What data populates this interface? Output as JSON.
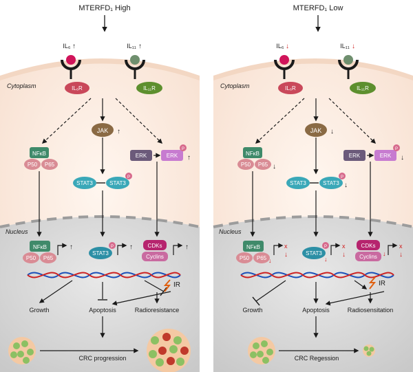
{
  "left": {
    "condition": "MTERFD₁ High",
    "il6": "IL₆",
    "il11": "IL₁₁",
    "cytoplasm": "Cytoplasm",
    "il6r": "IL₆R",
    "il11r": "IL₁₁R",
    "jak": "JAK",
    "nfkb": "NFκB",
    "p50": "P50",
    "p65": "P65",
    "erk": "ERK",
    "stat3": "STAT3",
    "p": "P",
    "nucleus": "Nucleus",
    "cdk": "CDKs",
    "cyclins": "Cyclins",
    "ir": "IR",
    "growth": "Growth",
    "apoptosis": "Apoptosis",
    "radio": "Radioresistance",
    "outcome": "CRC progression"
  },
  "right": {
    "condition": "MTERFD₁ Low",
    "il6": "IL₆",
    "il11": "IL₁₁",
    "cytoplasm": "Cytoplasm",
    "il6r": "IL₆R",
    "il11r": "IL₁₁R",
    "jak": "JAK",
    "nfkb": "NFκB",
    "p50": "P50",
    "p65": "P65",
    "erk": "ERK",
    "stat3": "STAT3",
    "p": "P",
    "nucleus": "Nucleus",
    "cdk": "CDKs",
    "cyclins": "Cyclins",
    "ir": "IR",
    "growth": "Growth",
    "apoptosis": "Apoptosis",
    "radio": "Radiosensitation",
    "outcome": "CRC Regession"
  },
  "icons": [
    "up-arrow-icon",
    "down-arrow-icon",
    "x-mark-icon",
    "phospho-icon",
    "lightning-icon",
    "dna-icon",
    "tumor-cluster-icon"
  ],
  "colors": {
    "background_top": "#fbeee4",
    "membrane": "#e6c9b3",
    "nucleus": "#d8d8d8",
    "il6_ball": "#d0145a",
    "il11_ball": "#6f8f6e",
    "il6r": "#c9485a",
    "il11r": "#5d8f2e",
    "jak": "#8a6a44",
    "nfkb": "#3f8a6a",
    "p50_p65": "#d98c95",
    "erk": "#6b5a7a",
    "erk_p": "#c77bd0",
    "stat3": "#3aa8b8",
    "cdk": "#b6246e",
    "cyclins": "#c96aa0",
    "phospho": "#d76a8c",
    "down_red": "#d01a1a",
    "dna_blue": "#1a4fb8",
    "dna_red": "#cc2222"
  }
}
